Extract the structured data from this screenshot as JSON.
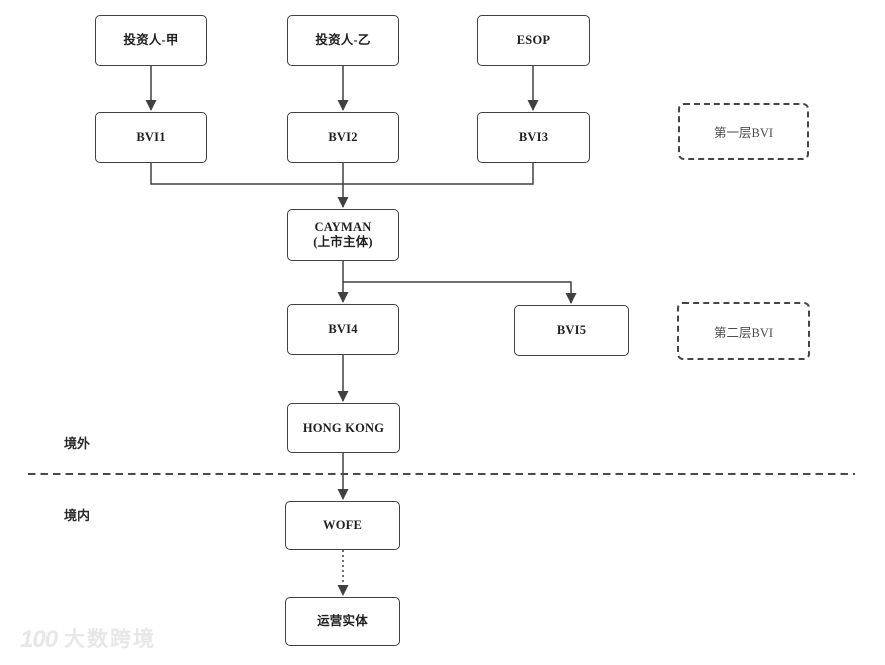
{
  "diagram": {
    "nodes": {
      "investor_a": {
        "label": "投资人-甲"
      },
      "investor_b": {
        "label": "投资人-乙"
      },
      "esop": {
        "label": "ESOP"
      },
      "bvi1": {
        "label": "BVI1"
      },
      "bvi2": {
        "label": "BVI2"
      },
      "bvi3": {
        "label": "BVI3"
      },
      "cayman": {
        "line1": "CAYMAN",
        "line2": "(上市主体)"
      },
      "bvi4": {
        "label": "BVI4"
      },
      "bvi5": {
        "label": "BVI5"
      },
      "hong_kong": {
        "label": "HONG KONG"
      },
      "wofe": {
        "label": "WOFE"
      },
      "operating_entity": {
        "label": "运营实体"
      }
    },
    "annotations": {
      "first_layer_bvi": "第一层BVI",
      "second_layer_bvi": "第二层BVI",
      "offshore": "境外",
      "onshore": "境内"
    },
    "watermark": {
      "logo_text": "100",
      "brand": "大数跨境"
    },
    "colors": {
      "line": "#404040",
      "box_border": "#404040",
      "annotation_text": "#4d4d4d",
      "watermark": "#e7e7e7",
      "background": "#ffffff"
    }
  }
}
